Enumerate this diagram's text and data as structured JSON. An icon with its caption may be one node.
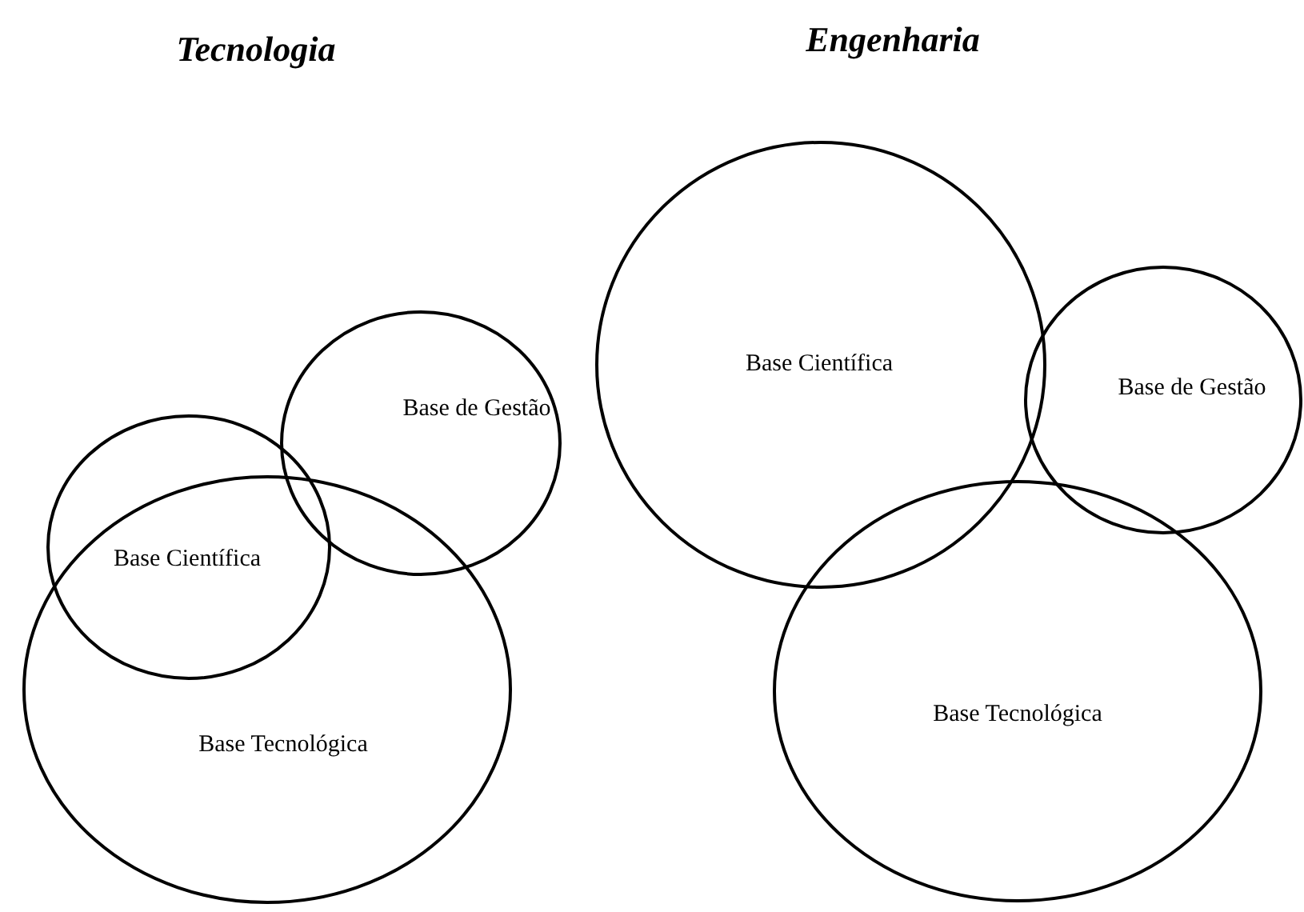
{
  "diagram": {
    "nodes": [
      {
        "text": [
          "Base de Gestão"
        ]
      },
      {
        "text": [
          "Base Científica"
        ]
      },
      {
        "text": [
          "Base Tecnológica"
        ]
      },
      {
        "text": [
          "Base Científica"
        ]
      },
      {
        "text": [
          "Base de Gestão"
        ]
      },
      {
        "text": [
          "Base Tecnológica"
        ]
      }
    ],
    "labels": [
      "Tecnologia",
      "Engenharia"
    ]
  }
}
